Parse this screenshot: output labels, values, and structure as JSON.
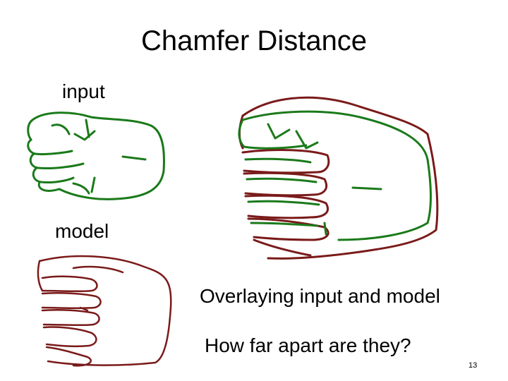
{
  "slide": {
    "title": "Chamfer Distance",
    "input_label": "input",
    "model_label": "model",
    "overlay_caption": "Overlaying input and model",
    "question": "How far apart are they?",
    "page_number": "13"
  },
  "colors": {
    "input_contour": "#1a7a1a",
    "model_contour": "#7a1a1a",
    "background": "#ffffff"
  }
}
